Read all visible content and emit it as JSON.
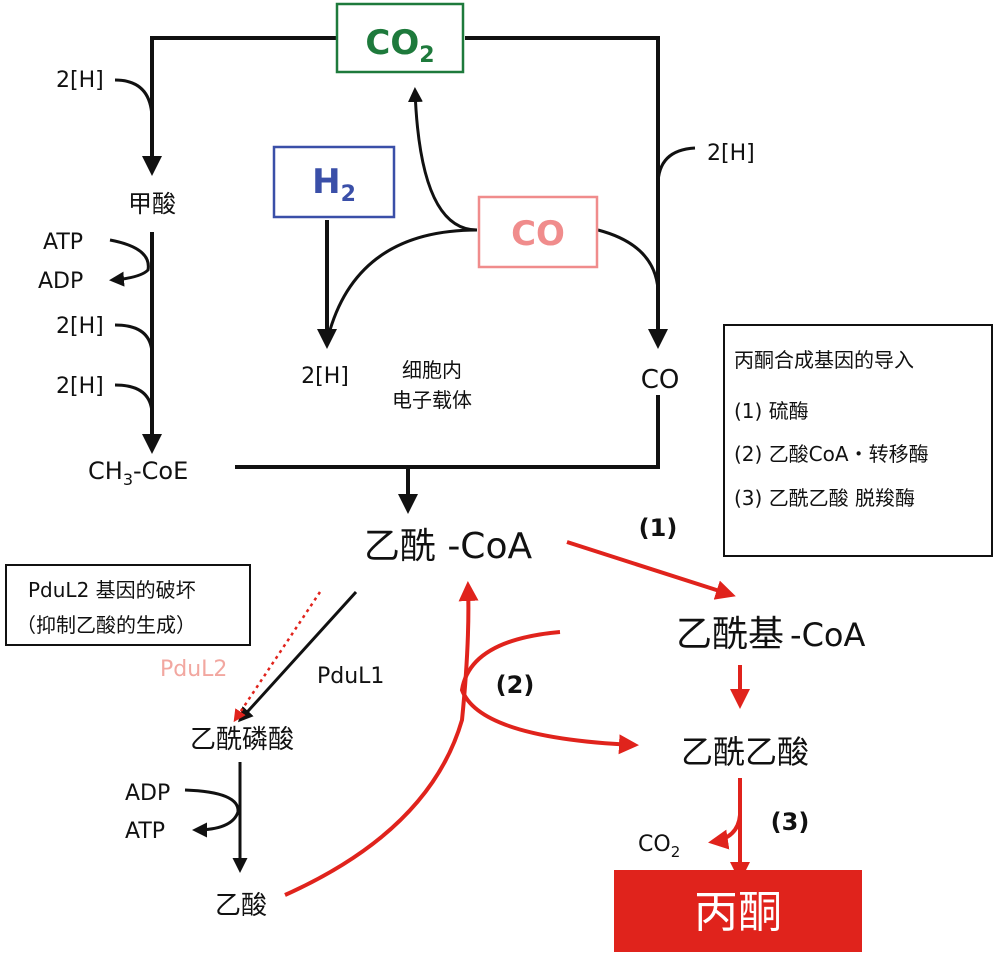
{
  "nodes": {
    "co2_top": {
      "label": "CO",
      "sub": "2"
    },
    "h2": {
      "label": "H",
      "sub": "2"
    },
    "co_box": {
      "label": "CO"
    },
    "formate": {
      "label": "甲酸"
    },
    "ch3_coe": {
      "label": "CH",
      "sub": "3",
      "rest": "-CoE"
    },
    "h2_product": {
      "label": "2[H]"
    },
    "carrier_line1": {
      "label": "细胞内"
    },
    "carrier_line2": {
      "label": "电子载体"
    },
    "co_right": {
      "label": "CO"
    },
    "acetyl_coa": {
      "label": "乙酰 -CoA"
    },
    "acetoacetyl_coa_main": {
      "label": "乙酰基"
    },
    "acetoacetyl_coa_suffix": {
      "label": "-CoA"
    },
    "acetoacetate": {
      "label": "乙酰乙酸"
    },
    "acetyl_phosphate": {
      "label": "乙酰磷酸"
    },
    "acetate": {
      "label": "乙酸"
    },
    "acetone": {
      "label": "丙酮"
    },
    "co2_bottom": {
      "label": "CO",
      "sub": "2"
    }
  },
  "edge_labels": {
    "h_top_left": "2[H]",
    "atp_in": "ATP",
    "adp_out": "ADP",
    "h_left_2": "2[H]",
    "h_left_3": "2[H]",
    "h_right": "2[H]",
    "pdul2": "PduL2",
    "pdul1": "PduL1",
    "adp_in": "ADP",
    "atp_out": "ATP",
    "step1": "(1)",
    "step2": "(2)",
    "step3": "(3)"
  },
  "legend_gene": {
    "title": "丙酮合成基因的导入",
    "items": [
      "(1) 硫酶",
      "(2) 乙酸CoA・转移酶",
      "(3) 乙酰乙酸 脱羧酶"
    ]
  },
  "legend_pdul2": {
    "line1": "PduL2 基因的破坏",
    "line2": "（抑制乙酸的生成）"
  },
  "colors": {
    "co2_box": "#1e7a3c",
    "h2_box": "#3a4fa8",
    "co_box": "#f08c8c",
    "engineered_path": "#e0231c",
    "pdul2_label": "#f2a7a0",
    "acetone_box": "#e0231c",
    "default": "#111111"
  }
}
